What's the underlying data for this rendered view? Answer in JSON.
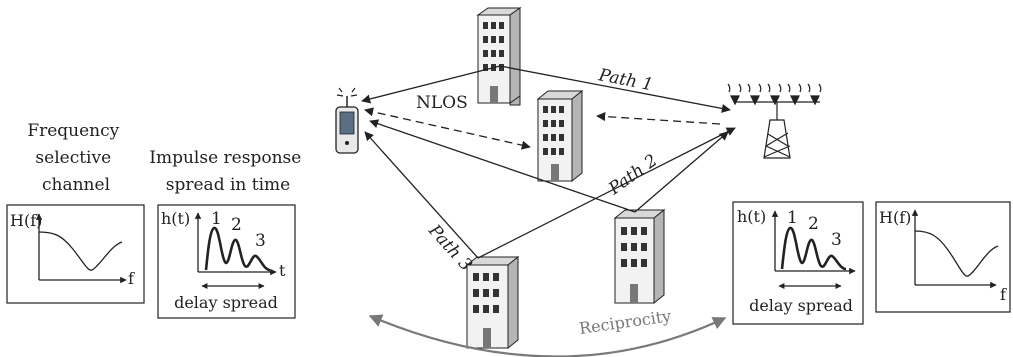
{
  "labels": {
    "nlos": "NLOS",
    "path1": "Path 1",
    "path2": "Path 2",
    "path3": "Path 3",
    "reciprocity": "Reciprocity",
    "freq_selective": [
      "Frequency",
      "selective",
      "channel"
    ],
    "impulse_response": [
      "Impulse response",
      "spread in time"
    ]
  },
  "left_freq_plot": {
    "ylabel": "H(f)",
    "xlabel": "f"
  },
  "left_impulse_plot": {
    "ylabel": "h(t)",
    "xlabel": "t",
    "peaks": [
      "1",
      "2",
      "3"
    ],
    "caption": "delay spread"
  },
  "right_impulse_plot": {
    "ylabel": "h(t)",
    "peaks": [
      "1",
      "2",
      "3"
    ],
    "caption": "delay spread"
  },
  "right_freq_plot": {
    "ylabel": "H(f)",
    "xlabel": "f"
  },
  "colors": {
    "ink": "#222222",
    "building_front": "#f2f2f2",
    "building_side": "#b5b5b5",
    "reciprocity_arrow": "#7a7a7a"
  }
}
